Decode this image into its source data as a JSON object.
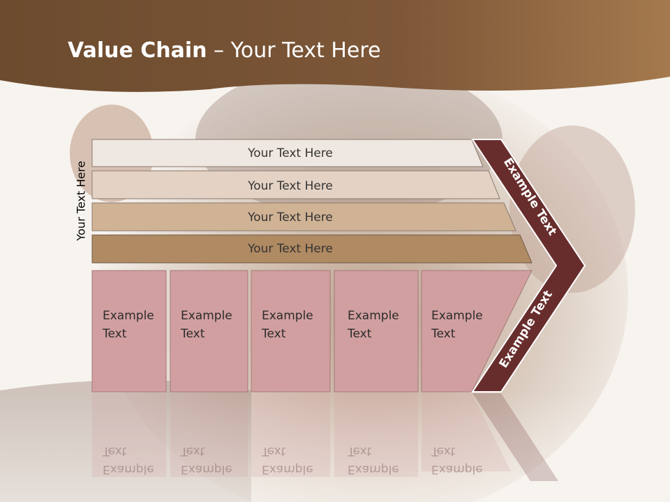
{
  "title": {
    "bold": "Value Chain",
    "rest": " – Your Text Here"
  },
  "vertical_label": "Your Text Here",
  "bands": [
    {
      "label": "Your Text Here"
    },
    {
      "label": "Your Text Here"
    },
    {
      "label": "Your Text Here"
    },
    {
      "label": "Your Text Here"
    }
  ],
  "cells": [
    {
      "line1": "Example",
      "line2": "Text"
    },
    {
      "line1": "Example",
      "line2": "Text"
    },
    {
      "line1": "Example",
      "line2": "Text"
    },
    {
      "line1": "Example",
      "line2": "Text"
    },
    {
      "line1": "Example",
      "line2": "Text"
    }
  ],
  "arrow": {
    "upper": "Example Text",
    "lower": "Example Text"
  },
  "colors": {
    "header": "#7a5535",
    "band1": "#efe7e1",
    "band2": "#e4d3c5",
    "band3": "#d0b294",
    "band4": "#b08a62",
    "cell": "#d29fa0",
    "arrow": "#672d2c"
  }
}
